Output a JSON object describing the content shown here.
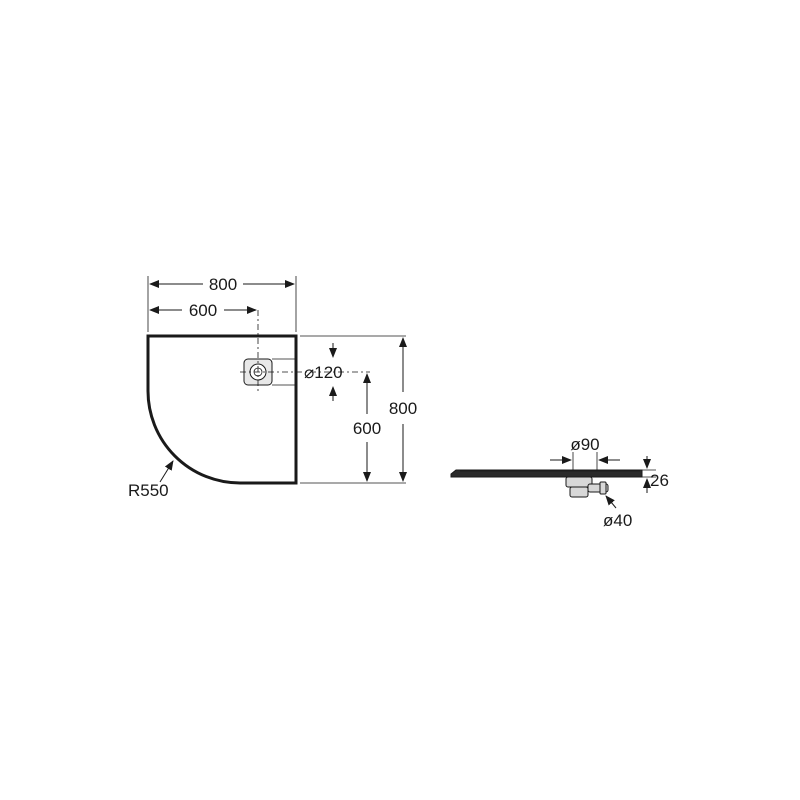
{
  "plan_view": {
    "dim_total_width": "800",
    "dim_drain_offset_x": "600",
    "dim_total_depth": "800",
    "dim_drain_offset_y": "600",
    "dim_drain_size": "⌀120",
    "dim_radius": "R550"
  },
  "side_view": {
    "dim_drain_diameter": "ø90",
    "dim_outlet_diameter": "ø40",
    "dim_height": "26"
  }
}
